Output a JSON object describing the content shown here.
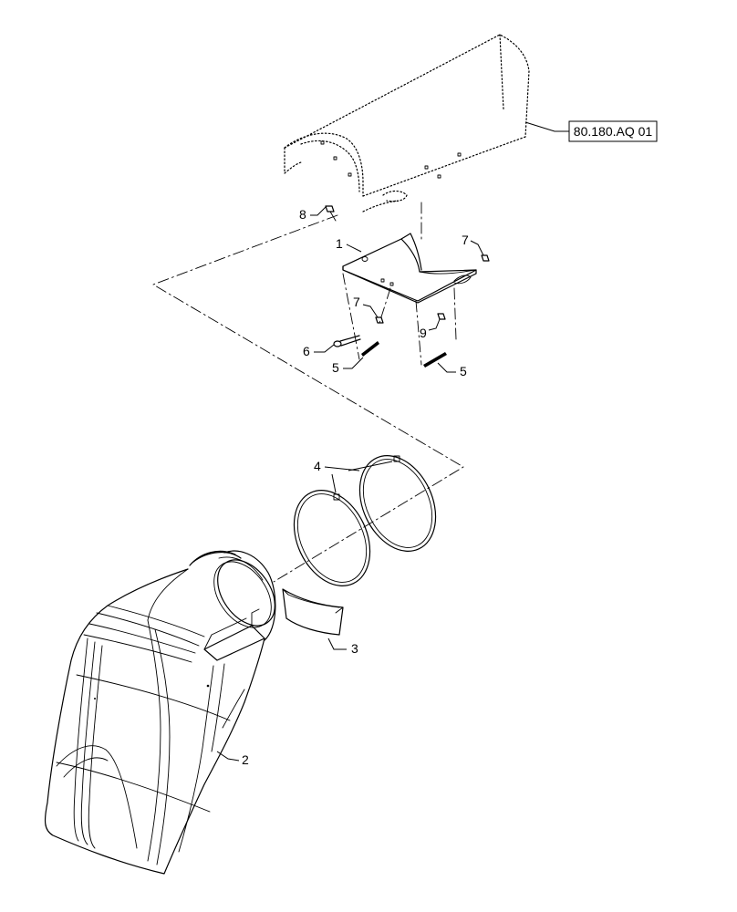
{
  "reference": "80.180.AQ 01",
  "callouts": {
    "c1": "1",
    "c2": "2",
    "c3": "3",
    "c4": "4",
    "c5a": "5",
    "c5b": "5",
    "c6": "6",
    "c7a": "7",
    "c7b": "7",
    "c8": "8",
    "c9": "9"
  }
}
